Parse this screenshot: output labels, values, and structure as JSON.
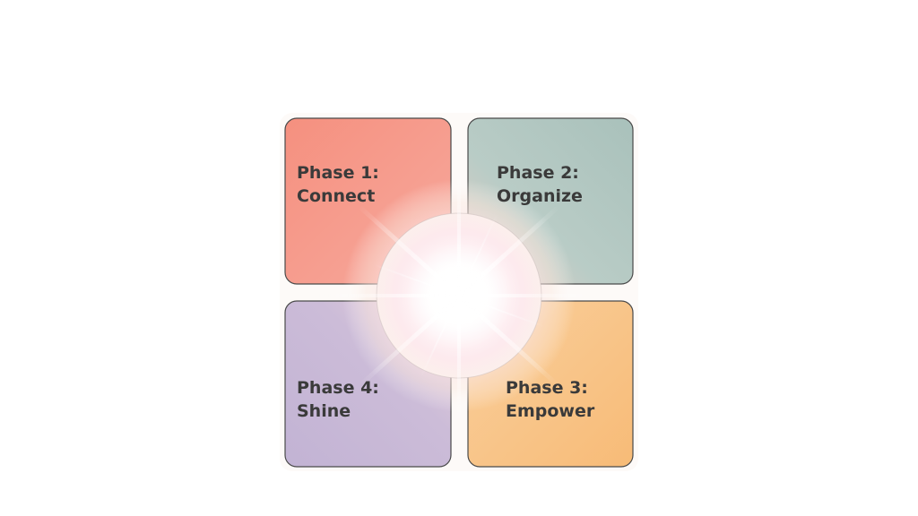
{
  "phases": [
    {
      "line1": "Phase 1:",
      "line2": "Connect",
      "color": "#f59b8c"
    },
    {
      "line1": "Phase 2:",
      "line2": "Organize",
      "color": "#afc5bf"
    },
    {
      "line1": "Phase 3:",
      "line2": "Empower",
      "color": "#f8c283"
    },
    {
      "line1": "Phase 4:",
      "line2": "Shine",
      "color": "#c6b7d6"
    }
  ],
  "center_glow": "sparkle-burst"
}
